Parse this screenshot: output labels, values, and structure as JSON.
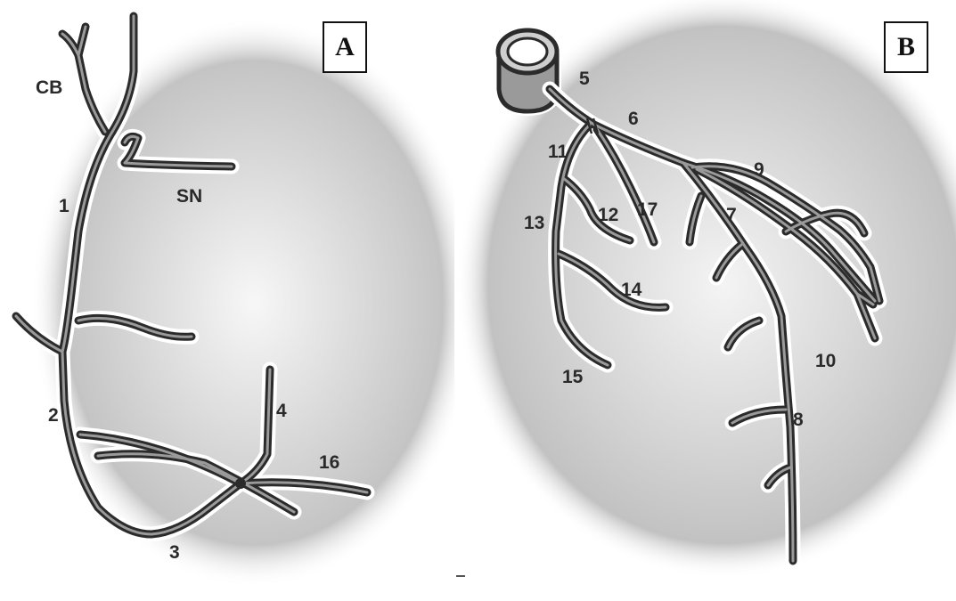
{
  "panel_a": {
    "letter": "A",
    "labels": {
      "cb": "CB",
      "sn": "SN",
      "n1": "1",
      "n2": "2",
      "n3": "3",
      "n4": "4",
      "n16": "16"
    }
  },
  "panel_b": {
    "letter": "B",
    "labels": {
      "n5": "5",
      "n6": "6",
      "n7": "7",
      "n8": "8",
      "n9": "9",
      "n10": "10",
      "n11": "11",
      "n12": "12",
      "n13": "13",
      "n14": "14",
      "n15": "15",
      "n17": "17"
    }
  },
  "colors": {
    "vessel_outline": "#2b2b2b",
    "vessel_fill": "#9a9a9a",
    "heart_shadow_center": "#f4f4f4",
    "heart_shadow_edge": "#bdbdbd",
    "background": "#ffffff"
  }
}
